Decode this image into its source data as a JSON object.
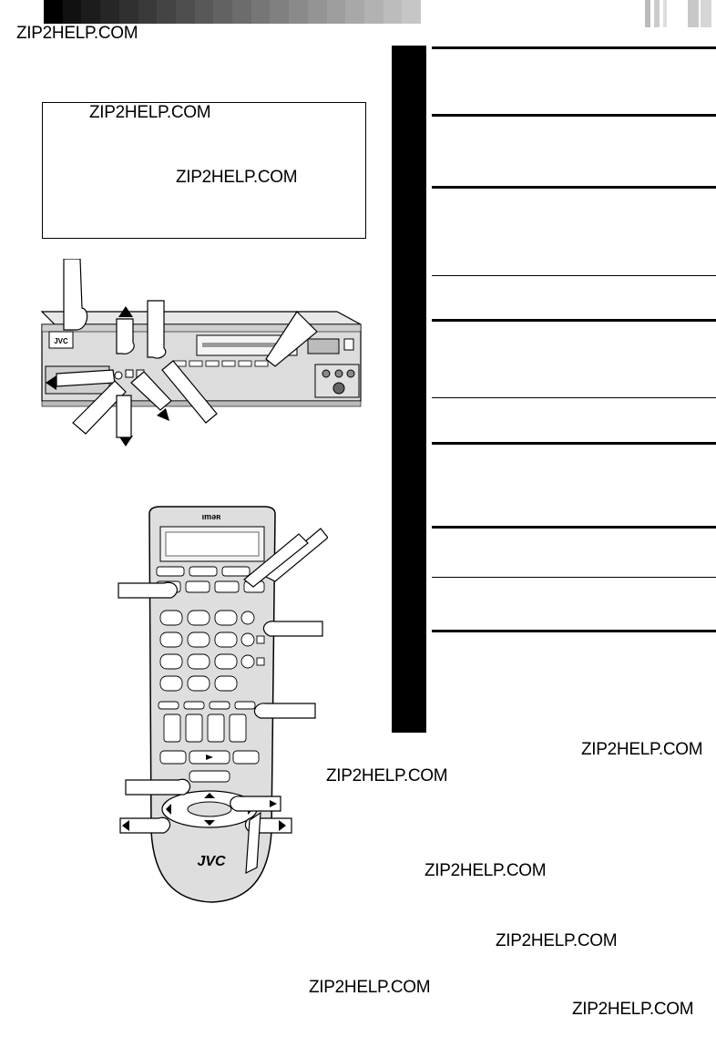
{
  "watermark": "ZIP2HELP.COM",
  "remote": {
    "brand_top": "ımǝʀ",
    "brand_bottom": "JVC"
  },
  "vcr": {
    "brand": "JVC"
  }
}
